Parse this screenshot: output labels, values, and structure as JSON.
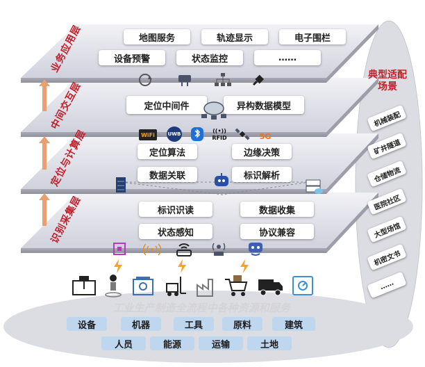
{
  "layers": {
    "application": {
      "label": "业务应用层",
      "boxes": [
        "地图服务",
        "轨迹显示",
        "电子围栏",
        "设备预警",
        "状态监控",
        "……"
      ]
    },
    "interaction": {
      "label": "中间交互层",
      "boxes": [
        "定位中间件",
        "异构数据模型"
      ]
    },
    "analysis": {
      "label": "定位与计算层",
      "boxes": [
        "定位算法",
        "边缘决策",
        "数据关联",
        "标识解析"
      ]
    },
    "perception": {
      "label": "识别采集层",
      "boxes": [
        "标识识读",
        "数据收集",
        "状态感知",
        "协议兼容"
      ]
    }
  },
  "tech_labels": {
    "wifi": "WiFi",
    "uwb": "UWB",
    "rfid": "RFID",
    "fiveg": "5G"
  },
  "resources": {
    "title": "工业生产制造全流程中各种资源和服务",
    "row1": [
      "设备",
      "机器",
      "工具",
      "原料",
      "建筑"
    ],
    "row2": [
      "人员",
      "能源",
      "运输",
      "土地"
    ]
  },
  "scenarios": {
    "title": "典型适配场景",
    "items": [
      "机械装配",
      "矿井隧道",
      "仓储物流",
      "医院社区",
      "大型场馆",
      "机密文书",
      "……"
    ]
  },
  "colors": {
    "accent": "#c0202a",
    "arrow": "#e8a070",
    "chip": "#bfd6ef",
    "plane": "#dfe0e8"
  }
}
